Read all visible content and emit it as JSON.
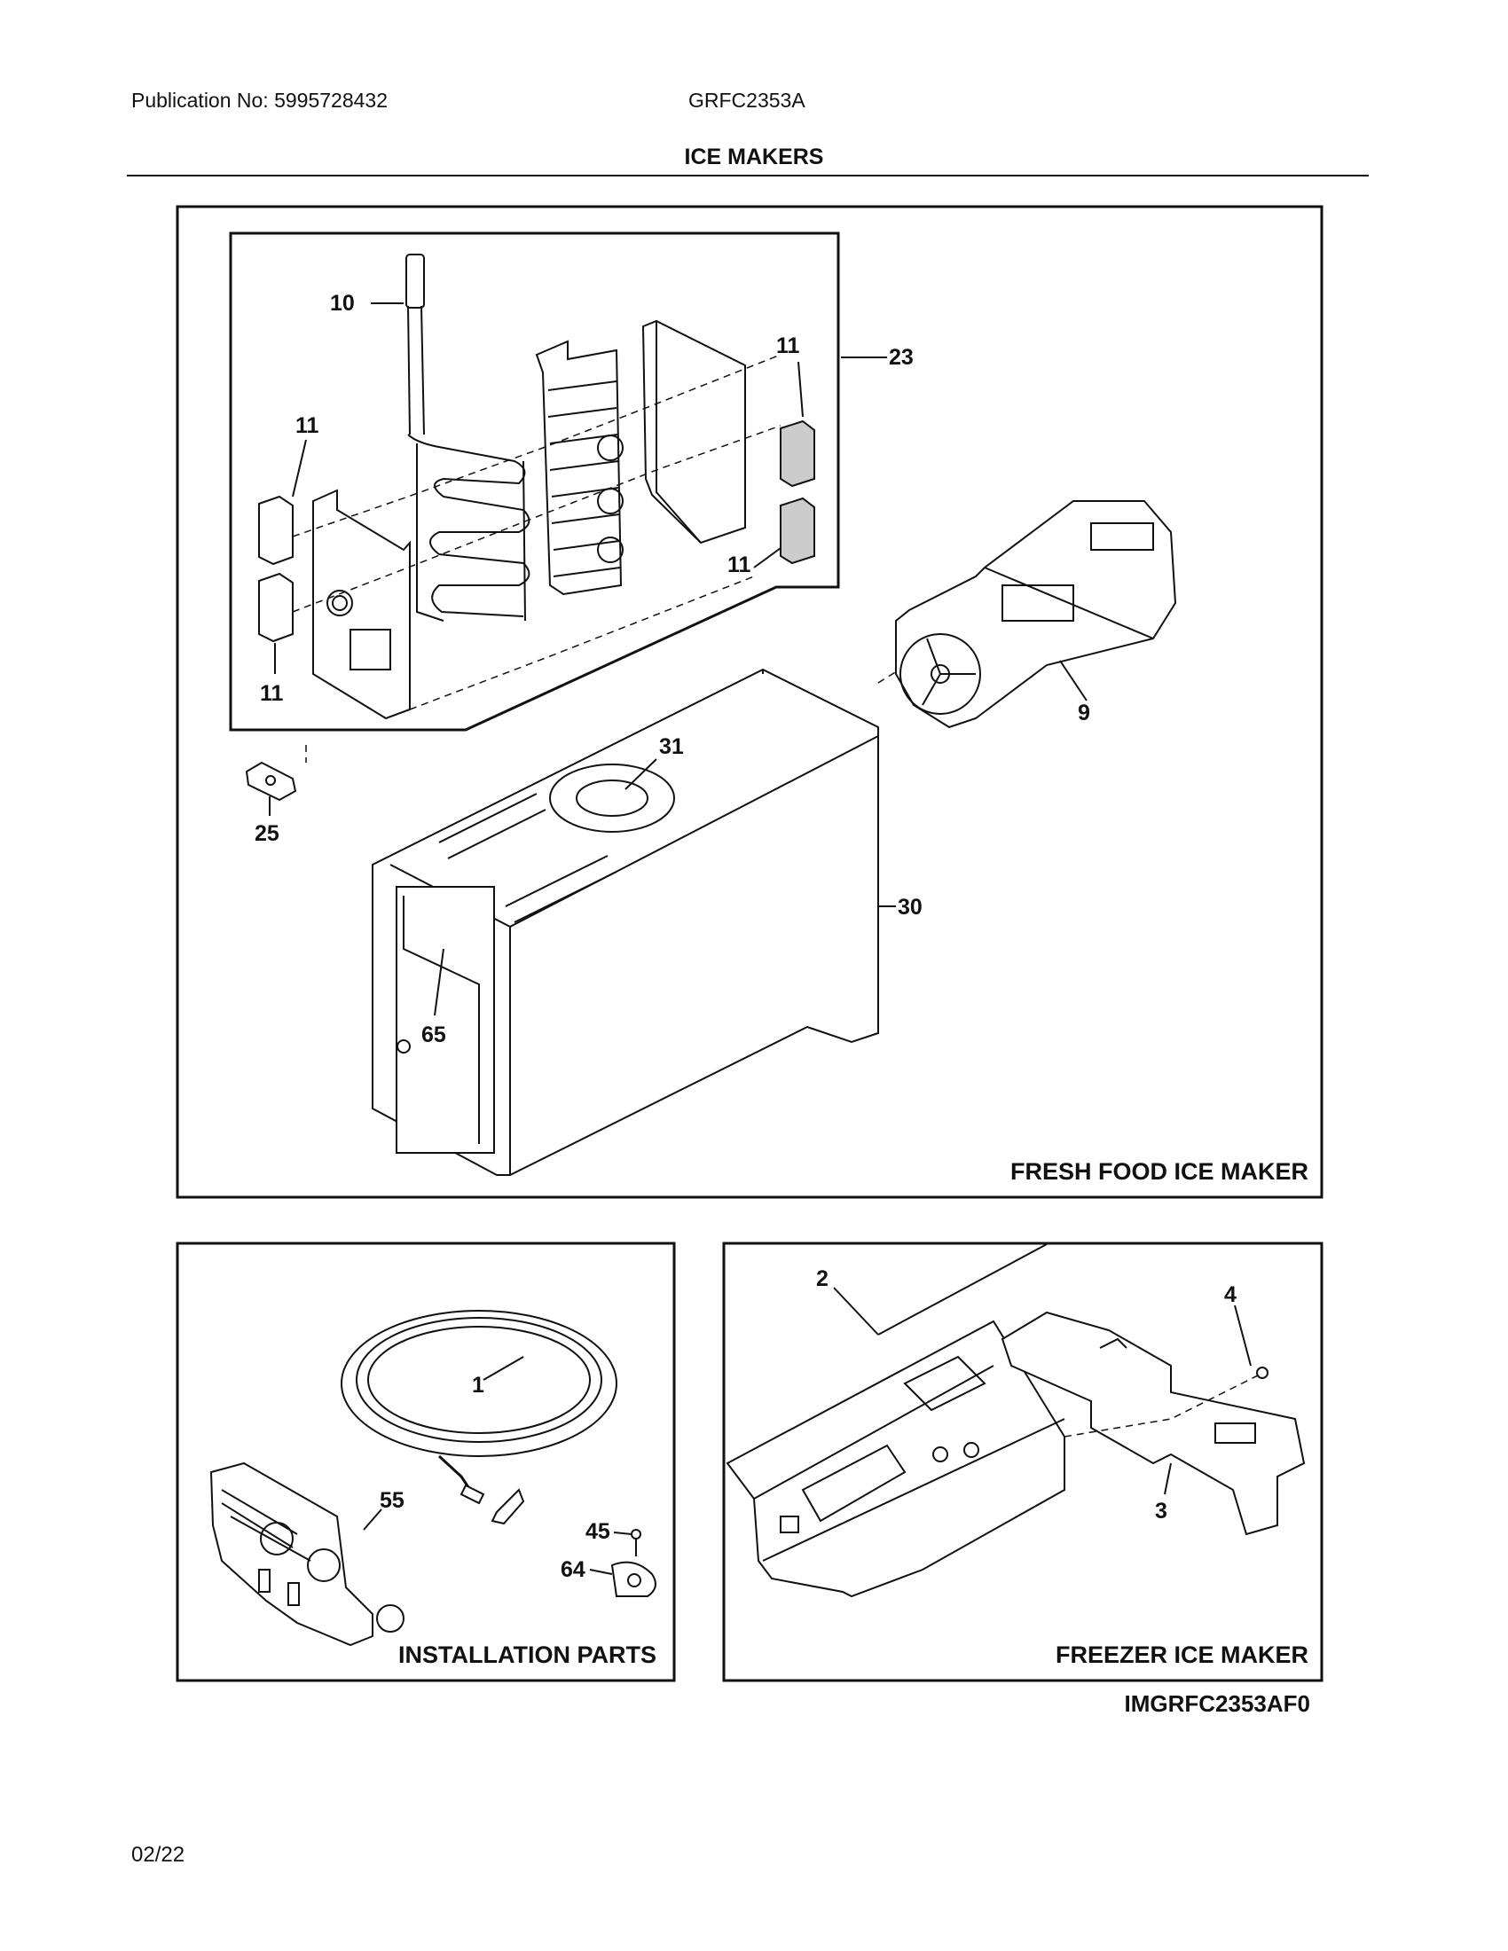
{
  "header": {
    "publication": "Publication No: 5995728432",
    "model": "GRFC2353A",
    "title": "ICE MAKERS"
  },
  "panels": {
    "fresh_food": "FRESH FOOD ICE MAKER",
    "installation": "INSTALLATION PARTS",
    "freezer": "FREEZER ICE MAKER"
  },
  "callouts": {
    "c10": "10",
    "c11a": "11",
    "c11b": "11",
    "c11c": "11",
    "c11d": "11",
    "c23": "23",
    "c9": "9",
    "c25": "25",
    "c31": "31",
    "c30": "30",
    "c65": "65",
    "c1": "1",
    "c55": "55",
    "c45": "45",
    "c64": "64",
    "c2": "2",
    "c4": "4",
    "c3": "3"
  },
  "footer": {
    "image_code": "IMGRFC2353AF0",
    "page": "02/22"
  }
}
